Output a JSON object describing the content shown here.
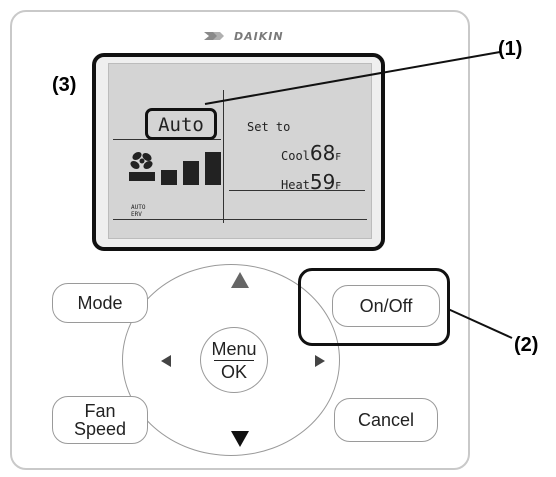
{
  "brand": {
    "name": "DAIKIN"
  },
  "lcd": {
    "mode": "Auto",
    "set_to_label": "Set to",
    "cool": {
      "label": "Cool",
      "value": "68",
      "unit": "F"
    },
    "heat": {
      "label": "Heat",
      "value": "59",
      "unit": "F"
    },
    "auto_label": "AUTO",
    "erv_label": "ERV",
    "fan_level": 3
  },
  "buttons": {
    "mode": "Mode",
    "on_off": "On/Off",
    "fan_speed_line1": "Fan",
    "fan_speed_line2": "Speed",
    "cancel": "Cancel",
    "menu": "Menu",
    "ok": "OK"
  },
  "callouts": {
    "c1": "(1)",
    "c2": "(2)",
    "c3": "(3)"
  },
  "icons": {
    "up": "up-arrow-icon",
    "down": "down-arrow-icon",
    "left": "left-arrow-icon",
    "right": "right-arrow-icon",
    "fan": "fan-icon"
  }
}
